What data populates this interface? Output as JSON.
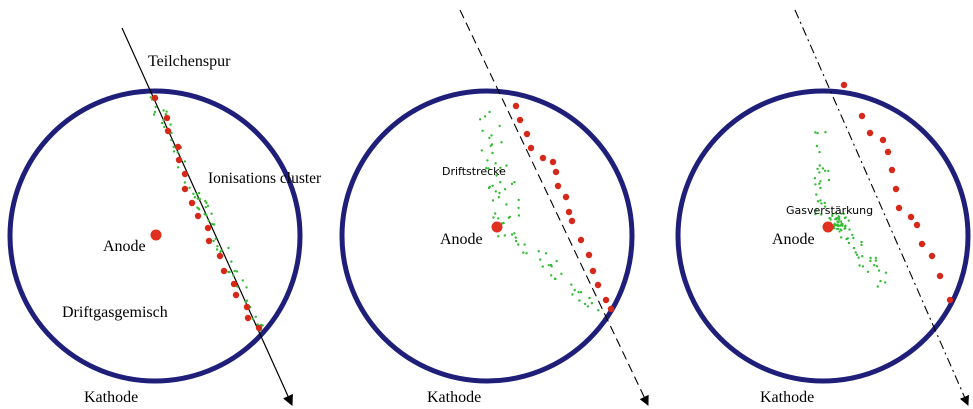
{
  "panels": [
    {
      "labels": {
        "track": "Teilchenspur",
        "clusters": "Ionisations cluster",
        "anode": "Anode",
        "gas": "Driftgasgemisch",
        "cathode": "Kathode"
      }
    },
    {
      "labels": {
        "drift": "Driftstrecke",
        "anode": "Anode",
        "cathode": "Kathode"
      }
    },
    {
      "labels": {
        "gain": "Gasverstärkung",
        "anode": "Anode",
        "cathode": "Kathode"
      }
    }
  ],
  "colors": {
    "cathode_ring": "#1f1f7a",
    "anode": "#e03020",
    "ion_cluster": "#d62818",
    "electron": "#33bb33",
    "track": "#000000"
  }
}
